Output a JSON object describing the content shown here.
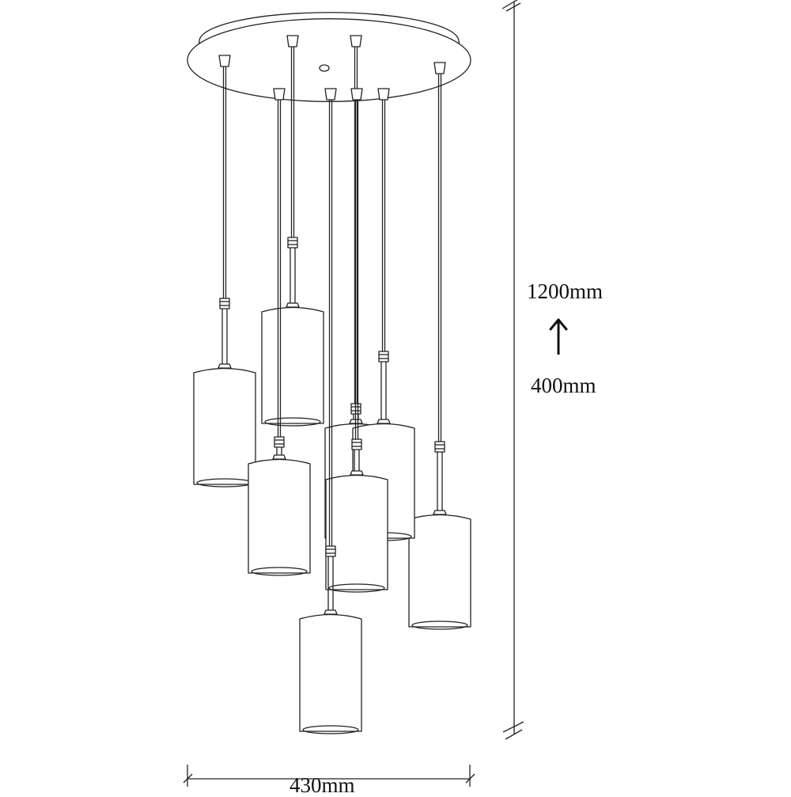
{
  "dimensions": {
    "max_drop_label": "1200mm",
    "min_drop_label": "400mm",
    "width_label": "430mm",
    "adjust_arrow": "arrow-up-icon"
  },
  "colors": {
    "line": "#222222",
    "background": "#ffffff"
  }
}
